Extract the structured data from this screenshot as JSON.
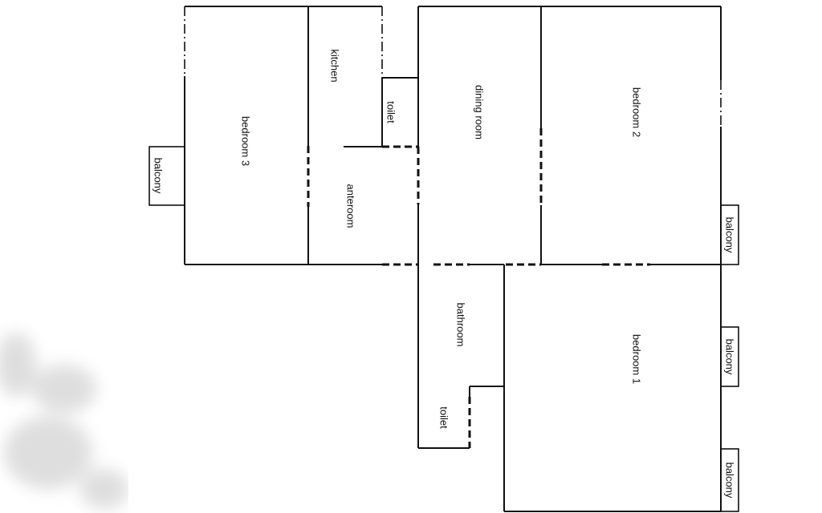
{
  "rooms": {
    "bedroom3": "bedroom 3",
    "kitchen": "kitchen",
    "toilet_upper": "toilet",
    "dining": "dining room",
    "bedroom2": "bedroom 2",
    "anteroom": "anteroom",
    "bathroom": "bathroom",
    "toilet_lower": "toilet",
    "bedroom1": "bedroom 1",
    "balcony_left": "balcony",
    "balcony_right_top": "balcony",
    "balcony_right_mid": "balcony",
    "balcony_right_bottom": "balcony"
  },
  "colors": {
    "wall": "#111111",
    "background": "#ffffff"
  }
}
